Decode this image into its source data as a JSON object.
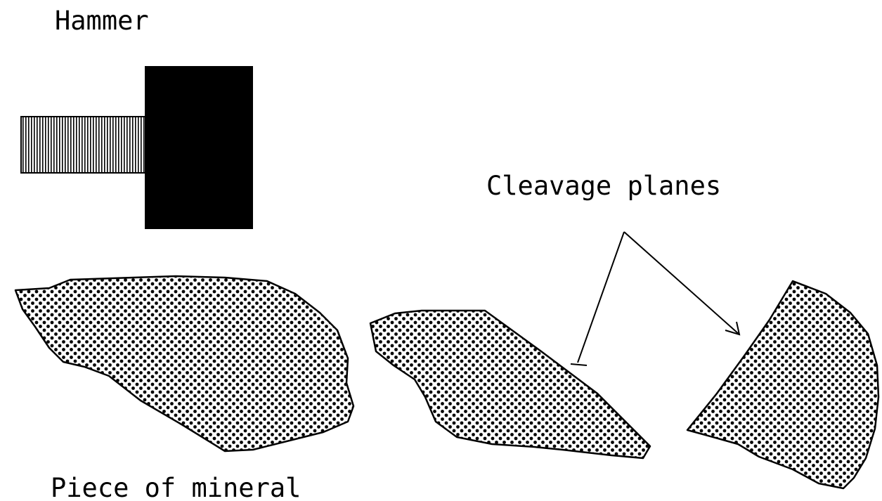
{
  "labels": {
    "hammer": "Hammer",
    "cleavage_planes": "Cleavage planes",
    "piece_of_mineral": "Piece of mineral"
  },
  "colors": {
    "ink": "#000000",
    "background": "#ffffff"
  }
}
